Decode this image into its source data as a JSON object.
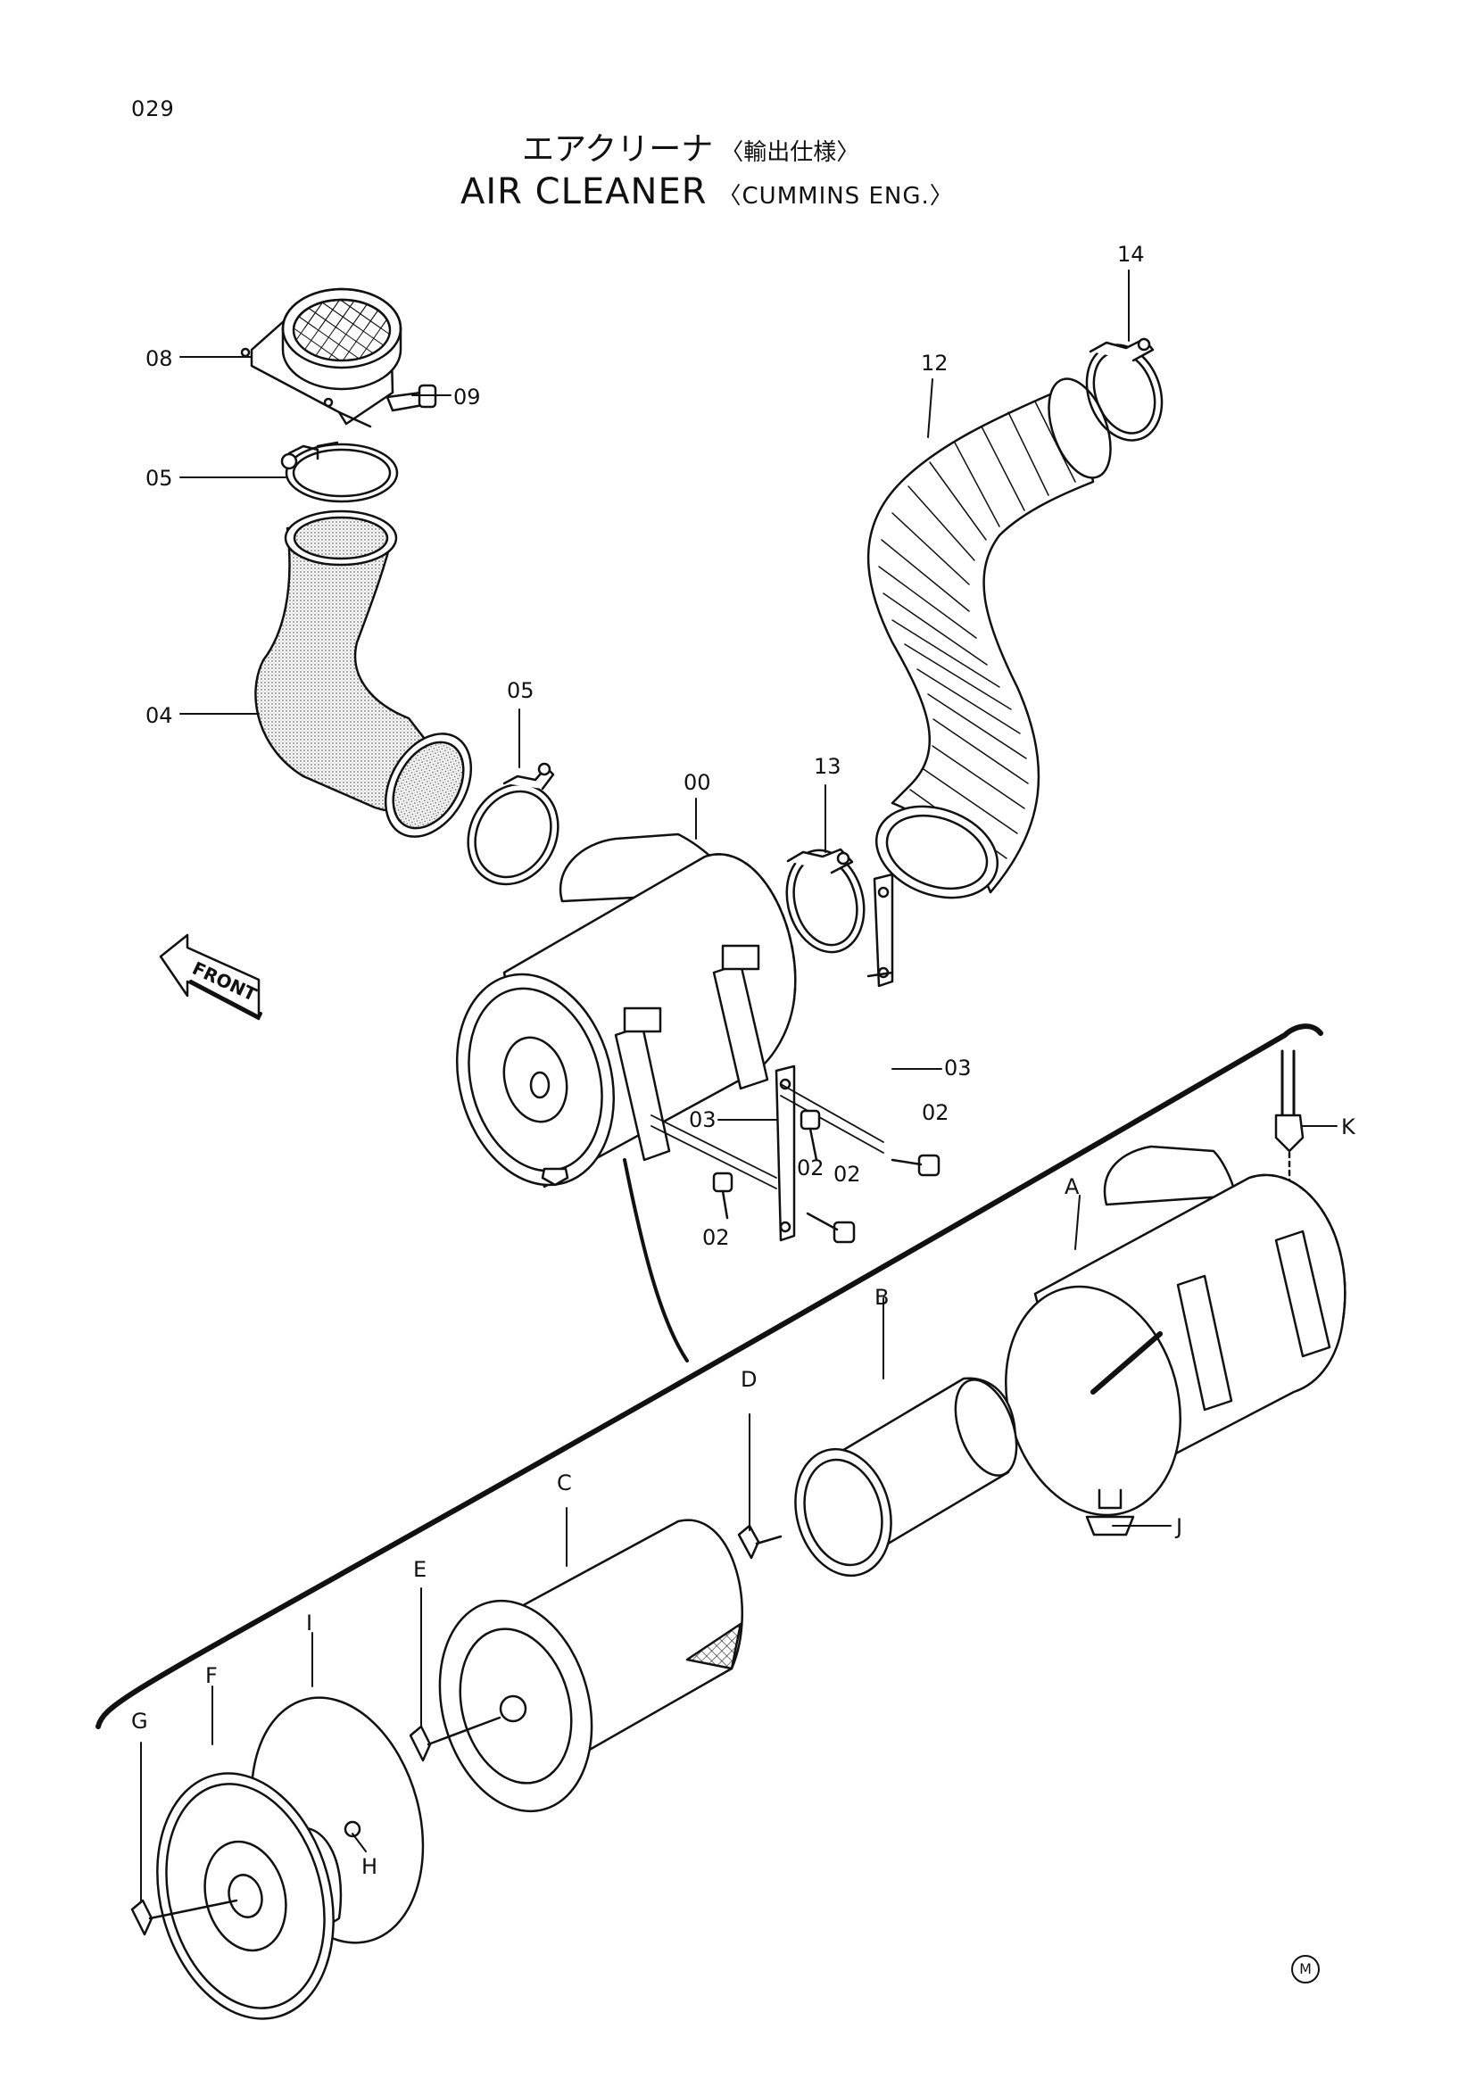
{
  "page_number": "029",
  "title_jp": "エアクリーナ",
  "title_jp_sub": "〈輸出仕様〉",
  "title_en": "AIR CLEANER",
  "title_en_sub": "〈CUMMINS ENG.〉",
  "front_label": "FRONT",
  "corner_mark": "M",
  "callouts": {
    "p00": "00",
    "p02a": "02",
    "p02b": "02",
    "p02c": "02",
    "p02d": "02",
    "p03a": "03",
    "p03b": "03",
    "p04": "04",
    "p05a": "05",
    "p05b": "05",
    "p08": "08",
    "p09": "09",
    "p12": "12",
    "p13": "13",
    "p14": "14",
    "A": "A",
    "B": "B",
    "C": "C",
    "D": "D",
    "E": "E",
    "F": "F",
    "G": "G",
    "H": "H",
    "I": "I",
    "J": "J",
    "K": "K"
  }
}
